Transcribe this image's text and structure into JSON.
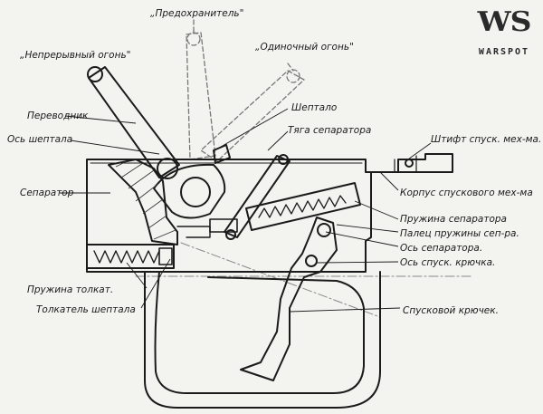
{
  "logo": {
    "mark": "WS",
    "name": "WARSPOT"
  },
  "labels": {
    "safety": "„Предохранитель\"",
    "full_auto": "„Непрерывный огонь\"",
    "single_fire": "„Одиночный огонь\"",
    "selector": "Переводник",
    "sear_axis": "Ось шептала",
    "sear": "Шептало",
    "separator_rod": "Тяга сепаратора",
    "separator": "Сепаратор",
    "trigger_pin_top": "Штифт спуск. мех-ма.",
    "trigger_housing": "Корпус спускового мех-ма",
    "separator_spring": "Пружина сепаратора",
    "separator_spring_finger": "Палец пружины сеп-ра.",
    "separator_axis": "Ось сепаратора.",
    "trigger_axis": "Ось спуск. крючка.",
    "plunger_spring": "Пружина толкат.",
    "sear_plunger": "Толкатель шептала",
    "trigger": "Спусковой крючек."
  }
}
